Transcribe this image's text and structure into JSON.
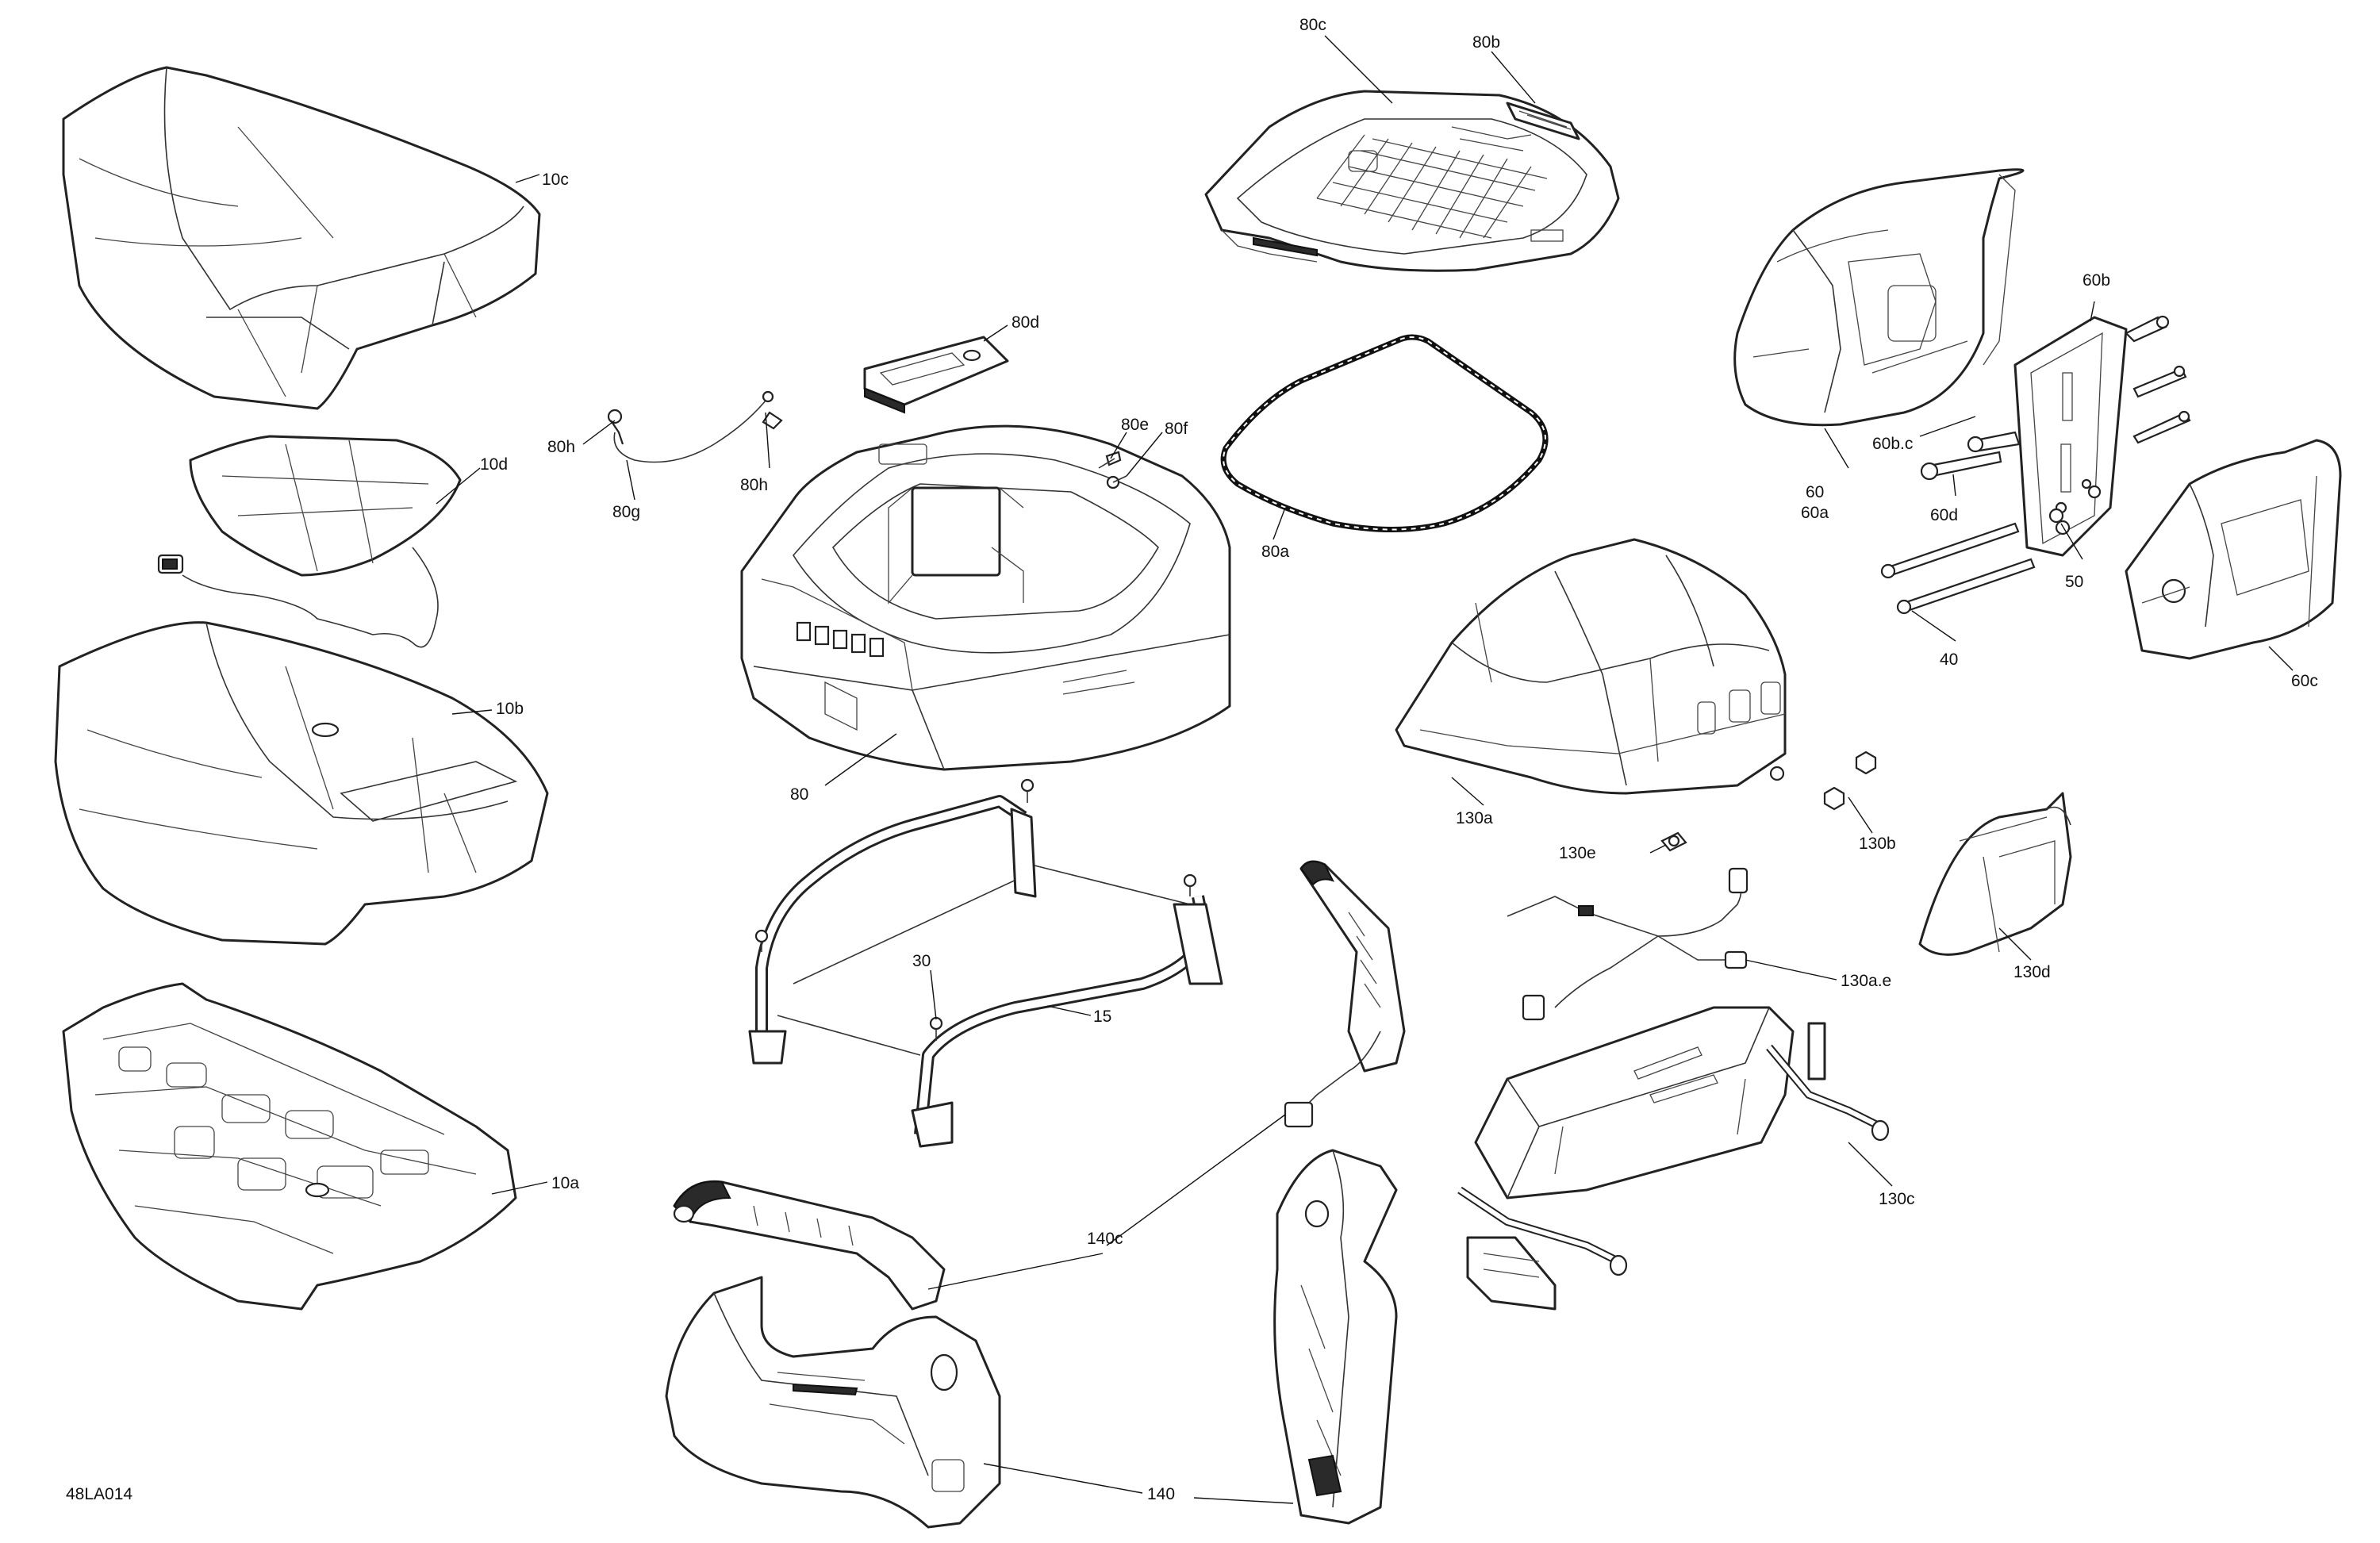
{
  "drawing_id": "48LA014",
  "callouts": [
    {
      "id": "10c",
      "text": "10c"
    },
    {
      "id": "10d",
      "text": "10d"
    },
    {
      "id": "10b",
      "text": "10b"
    },
    {
      "id": "10a",
      "text": "10a"
    },
    {
      "id": "80h_left",
      "text": "80h"
    },
    {
      "id": "80g",
      "text": "80g"
    },
    {
      "id": "80h_right",
      "text": "80h"
    },
    {
      "id": "80d",
      "text": "80d"
    },
    {
      "id": "80e",
      "text": "80e"
    },
    {
      "id": "80f",
      "text": "80f"
    },
    {
      "id": "80",
      "text": "80"
    },
    {
      "id": "80c",
      "text": "80c"
    },
    {
      "id": "80b",
      "text": "80b"
    },
    {
      "id": "80a",
      "text": "80a"
    },
    {
      "id": "60",
      "text": "60"
    },
    {
      "id": "60a",
      "text": "60a"
    },
    {
      "id": "60b",
      "text": "60b"
    },
    {
      "id": "60bc",
      "text": "60b.c"
    },
    {
      "id": "60d",
      "text": "60d"
    },
    {
      "id": "50",
      "text": "50"
    },
    {
      "id": "40",
      "text": "40"
    },
    {
      "id": "60c",
      "text": "60c"
    },
    {
      "id": "130a",
      "text": "130a"
    },
    {
      "id": "130e",
      "text": "130e"
    },
    {
      "id": "130b",
      "text": "130b"
    },
    {
      "id": "130ae",
      "text": "130a.e"
    },
    {
      "id": "130d",
      "text": "130d"
    },
    {
      "id": "130c",
      "text": "130c"
    },
    {
      "id": "30",
      "text": "30"
    },
    {
      "id": "15",
      "text": "15"
    },
    {
      "id": "140c",
      "text": "140c"
    },
    {
      "id": "140",
      "text": "140"
    }
  ]
}
